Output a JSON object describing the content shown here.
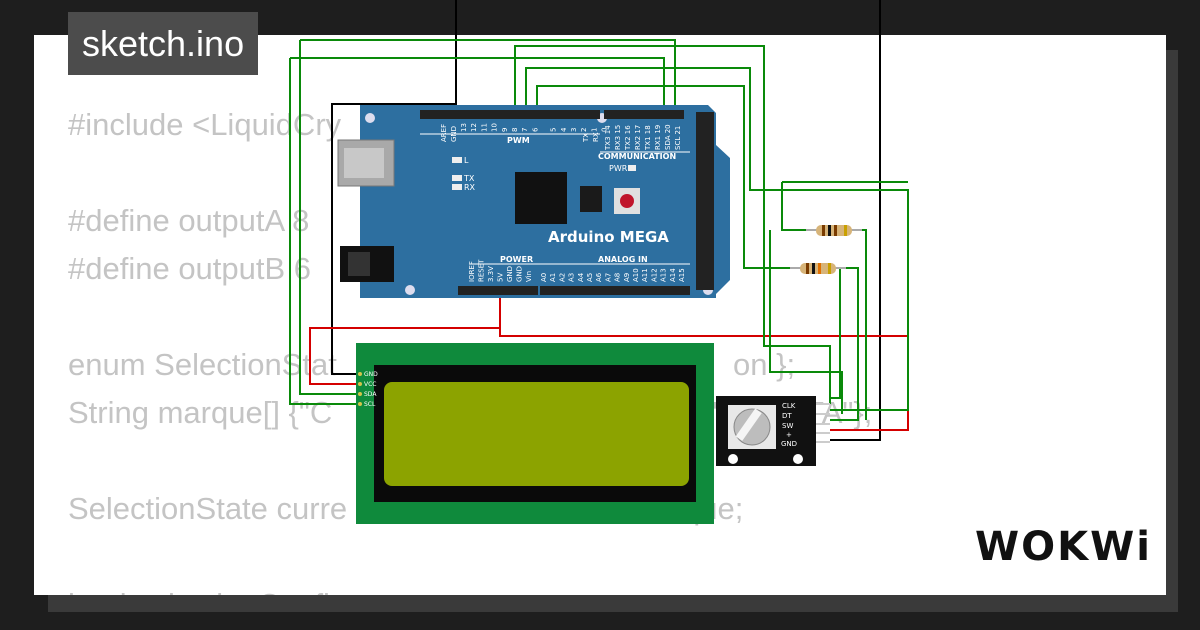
{
  "title": "sketch.ino",
  "code_lines": [
    "#include <LiquidCry",
    "",
    "#define outputA 8",
    "#define outputB 6",
    "",
    "enum SelectionStat                                              on };",
    "String marque[] {\"C                                      A\", \"TOYOTA\"};",
    "",
    "SelectionState curre                                       que;",
    "",
    "bool selectionConfirm"
  ],
  "board": {
    "name": "Arduino MEGA",
    "pwm_label": "PWM",
    "comm_label": "COMMUNICATION",
    "power_label": "POWER",
    "analog_label": "ANALOG IN",
    "led_labels": [
      "L",
      "TX",
      "RX"
    ],
    "pwr_label": "PWR",
    "top_pins": [
      "AREF",
      "GND",
      "13",
      "12",
      "11",
      "10",
      "9",
      "8",
      "7",
      "6",
      "5",
      "4",
      "3",
      "2",
      "1",
      "0"
    ],
    "comm_pins": [
      "TX3 14",
      "RX3 15",
      "TX2 16",
      "RX2 17",
      "TX1 18",
      "RX1 19",
      "SDA 20",
      "SCL 21"
    ],
    "tx_rx": [
      "TX",
      "RX"
    ],
    "power_pins": [
      "IOREF",
      "RESET",
      "3.3V",
      "5V",
      "GND",
      "GND",
      "Vin"
    ],
    "analog_pins": [
      "A0",
      "A1",
      "A2",
      "A3",
      "A4",
      "A5",
      "A6",
      "A7",
      "A8",
      "A9",
      "A10",
      "A11",
      "A12",
      "A13",
      "A14",
      "A15"
    ]
  },
  "lcd": {
    "pins": [
      "GND",
      "VCC",
      "SDA",
      "SCL"
    ]
  },
  "encoder": {
    "pins": [
      "CLK",
      "DT",
      "SW",
      "+",
      "GND"
    ]
  },
  "logo": "WOKWi",
  "colors": {
    "board": "#2d6fa0",
    "lcd_pcb": "#0f8a3c",
    "lcd_screen": "#8ca300",
    "wire_green": "#0a8a0a",
    "wire_red": "#d40000",
    "wire_black": "#000000"
  }
}
